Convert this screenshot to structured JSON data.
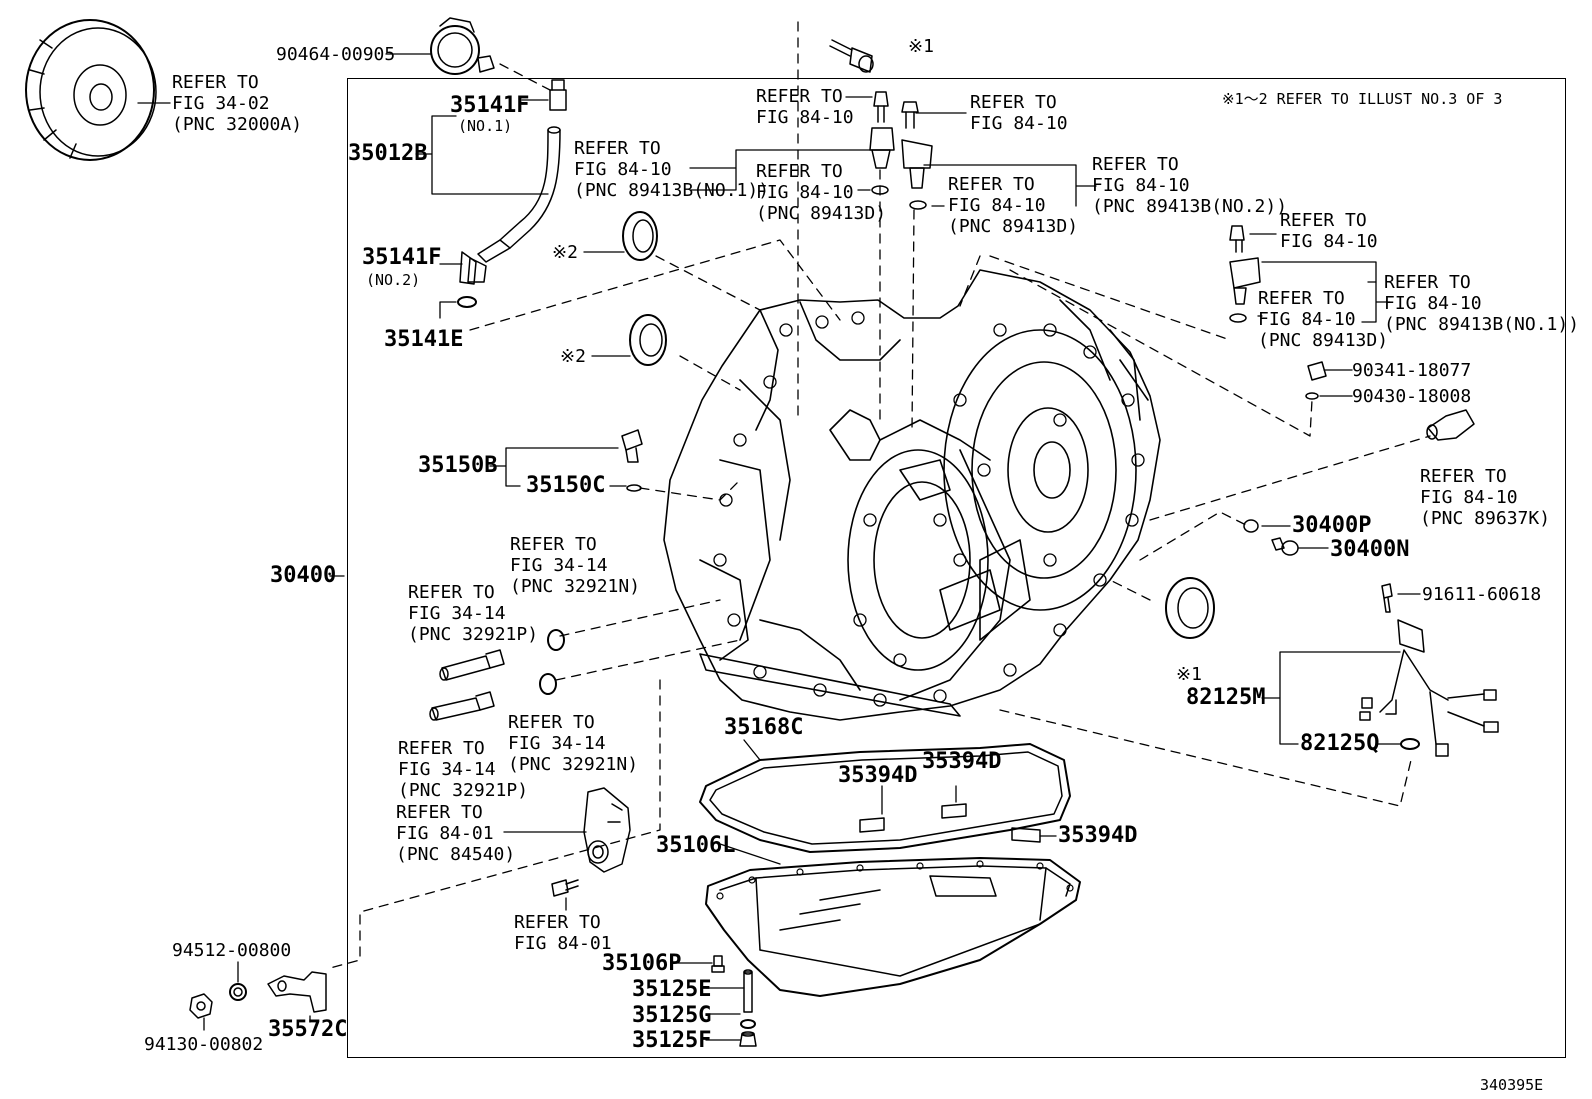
{
  "note_top_right": "※1～2 REFER TO ILLUST NO.3 OF 3",
  "drawing_number": "340395E",
  "labels": {
    "p90464": "90464-00905",
    "refer_tc": "REFER TO\nFIG 34-02\n(PNC 32000A)",
    "p35141F_1": "35141F",
    "p35141F_1_sub": "(NO.1)",
    "p35012B": "35012B",
    "p35141F_2": "35141F",
    "p35141F_2_sub": "(NO.2)",
    "p35141E": "35141E",
    "refer_89413B1_a": "REFER TO\nFIG 84-10\n(PNC 89413B(NO.1))",
    "refer_top_bolt1": "REFER TO\nFIG 84-10",
    "refer_89413D_a": "REFER TO\nFIG 84-10\n(PNC 89413D)",
    "mark1_top": "※1",
    "refer_top_bolt2": "REFER TO\nFIG 84-10",
    "refer_89413D_b": "REFER TO\nFIG 84-10\n(PNC 89413D)",
    "refer_89413B2": "REFER TO\nFIG 84-10\n(PNC 89413B(NO.2))",
    "refer_right_bolt": "REFER TO\nFIG 84-10",
    "refer_89413D_c": "REFER TO\nFIG 84-10\n(PNC 89413D)",
    "refer_89413B1_b": "REFER TO\nFIG 84-10\n(PNC 89413B(NO.1))",
    "mark2_a": "※2",
    "mark2_b": "※2",
    "p90341": "90341-18077",
    "p90430": "90430-18008",
    "refer_89637K": "REFER TO\nFIG 84-10\n(PNC 89637K)",
    "p35150B": "35150B",
    "p35150C": "35150C",
    "p30400P": "30400P",
    "p30400N": "30400N",
    "p30400": "30400",
    "refer_32921N_a": "REFER TO\nFIG 34-14\n(PNC 32921N)",
    "refer_32921P_a": "REFER TO\nFIG 34-14\n(PNC 32921P)",
    "refer_32921N_b": "REFER TO\nFIG 34-14\n(PNC 32921N)",
    "refer_32921P_b": "REFER TO\nFIG 34-14\n(PNC 32921P)",
    "p91611": "91611-60618",
    "mark1_right": "※1",
    "p82125M": "82125M",
    "p82125Q": "82125Q",
    "p35168C": "35168C",
    "p35394D_a": "35394D",
    "p35394D_b": "35394D",
    "p35394D_c": "35394D",
    "refer_84540": "REFER TO\nFIG 84-01\n(PNC 84540)",
    "p35106L": "35106L",
    "refer_8401": "REFER TO\nFIG 84-01",
    "p94512": "94512-00800",
    "p35106P": "35106P",
    "p35125E": "35125E",
    "p35125G": "35125G",
    "p35125F": "35125F",
    "p94130": "94130-00802",
    "p35572C": "35572C"
  }
}
